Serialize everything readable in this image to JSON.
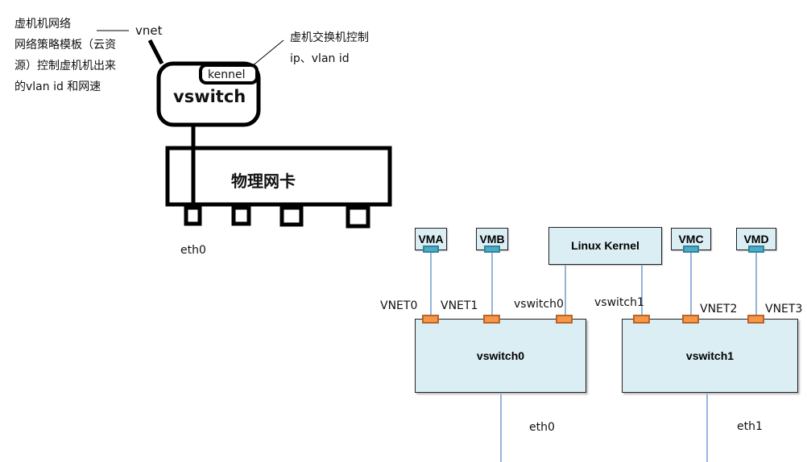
{
  "left_diagram": {
    "notes_left": [
      "虚机机网络",
      "网络策略模板（云资",
      "源）控制虚机机出来",
      "的vlan id 和网速"
    ],
    "vnet_label": "vnet",
    "kennel_label": "kennel",
    "vswitch_label": "vswitch",
    "notes_right": [
      "虚机交换机控制",
      "ip、vlan id"
    ],
    "nic_label": "物理网卡",
    "eth_label": "eth0"
  },
  "right_diagram": {
    "vms": [
      {
        "id": "vma",
        "label": "VMA"
      },
      {
        "id": "vmb",
        "label": "VMB"
      },
      {
        "id": "vmc",
        "label": "VMC"
      },
      {
        "id": "vmd",
        "label": "VMD"
      }
    ],
    "kernel_label": "Linux Kernel",
    "port_labels": {
      "vnet0": "VNET0",
      "vnet1": "VNET1",
      "vswitch0_port": "vswitch0",
      "vswitch1_port": "vswitch1",
      "vnet2": "VNET2",
      "vnet3": "VNET3"
    },
    "switches": [
      {
        "id": "vswitch0",
        "label": "vswitch0",
        "uplink": "eth0"
      },
      {
        "id": "vswitch1",
        "label": "vswitch1",
        "uplink": "eth1"
      }
    ],
    "colors": {
      "box_fill": "#dbeef4",
      "vm_nic": "#4bacc6",
      "switch_port": "#f79646",
      "link_line": "#4f81bd"
    }
  }
}
